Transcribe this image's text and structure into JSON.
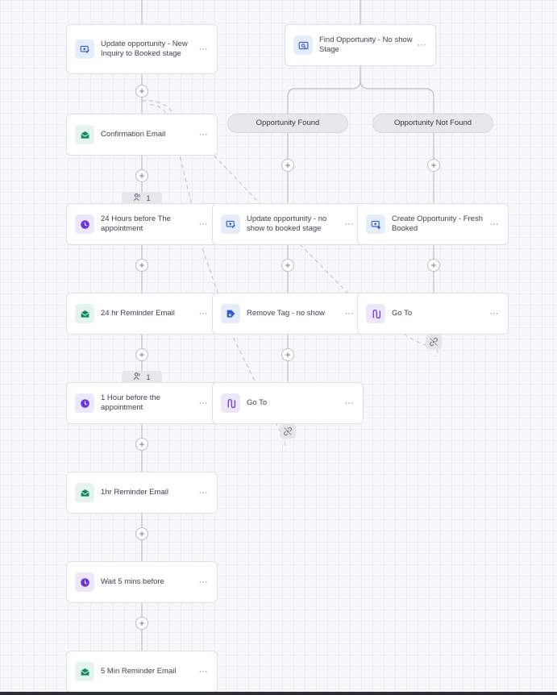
{
  "nodes": {
    "update_opp_booked": {
      "label": "Update opportunity - New Inquiry to Booked stage",
      "icon": "update-opportunity-icon"
    },
    "find_opp": {
      "label": "Find Opportunity - No show Stage",
      "icon": "find-opportunity-icon"
    },
    "confirmation_email": {
      "label": "Confirmation Email",
      "icon": "email-icon"
    },
    "wait_24h": {
      "label": "24 Hours before The appointment",
      "icon": "clock-icon"
    },
    "update_opp_noshow": {
      "label": "Update opportunity - no show to booked stage",
      "icon": "update-opportunity-icon"
    },
    "create_opp": {
      "label": "Create Opportunity - Fresh Booked",
      "icon": "create-opportunity-icon"
    },
    "reminder_24h": {
      "label": "24 hr Reminder Email",
      "icon": "email-icon"
    },
    "remove_tag": {
      "label": "Remove Tag - no show",
      "icon": "remove-tag-icon"
    },
    "goto_right": {
      "label": "Go To",
      "icon": "goto-icon"
    },
    "wait_1h": {
      "label": "1 Hour before the appointment",
      "icon": "clock-icon"
    },
    "goto_mid": {
      "label": "Go To",
      "icon": "goto-icon"
    },
    "reminder_1h": {
      "label": "1hr Reminder Email",
      "icon": "email-icon"
    },
    "wait_5m": {
      "label": "Wait 5 mins before",
      "icon": "clock-icon"
    },
    "reminder_5m": {
      "label": "5 Min Reminder Email",
      "icon": "email-icon"
    }
  },
  "branches": {
    "found": "Opportunity Found",
    "not_found": "Opportunity Not Found"
  },
  "badges": {
    "wait_24h_count": "1",
    "wait_1h_count": "1"
  },
  "ui": {
    "more_glyph": "···",
    "add_glyph": "+"
  },
  "colors": {
    "email": "#0f8a5f",
    "wait": "#6d35d8",
    "opportunity": "#2f5bd3",
    "goto": "#6d35d8"
  }
}
